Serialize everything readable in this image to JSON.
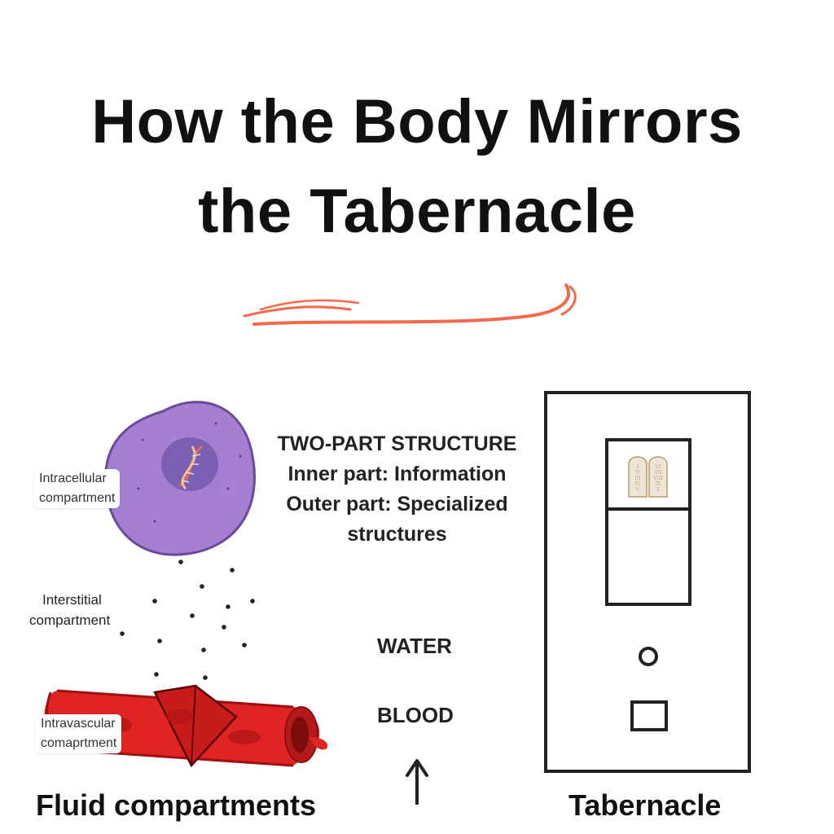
{
  "title": {
    "line1": "How the Body Mirrors",
    "line2": "the Tabernacle"
  },
  "left": {
    "intracellular_label": [
      "Intracellular",
      "compartment"
    ],
    "interstitial_label": [
      "Interstitial",
      "compartment"
    ],
    "intravascular_label": [
      "Intravascular",
      "comaprtment"
    ],
    "caption": "Fluid compartments"
  },
  "center": {
    "structure_lines": [
      "TWO-PART STRUCTURE",
      "Inner part: Information",
      "Outer part: Specialized",
      "structures"
    ],
    "water": "WATER",
    "blood": "BLOOD"
  },
  "right": {
    "caption": "Tabernacle",
    "tablet_left_numerals": [
      "I",
      "II",
      "III",
      "IV",
      "V"
    ],
    "tablet_right_numerals": [
      "VI",
      "VII",
      "VIII",
      "IX",
      "X"
    ]
  },
  "colors": {
    "accent_swoosh": "#f26a4b",
    "cell_fill": "#a57fd1",
    "nucleus_fill": "#7a5fb3",
    "vessel_fill": "#e02424",
    "vessel_dark": "#9e1111"
  }
}
